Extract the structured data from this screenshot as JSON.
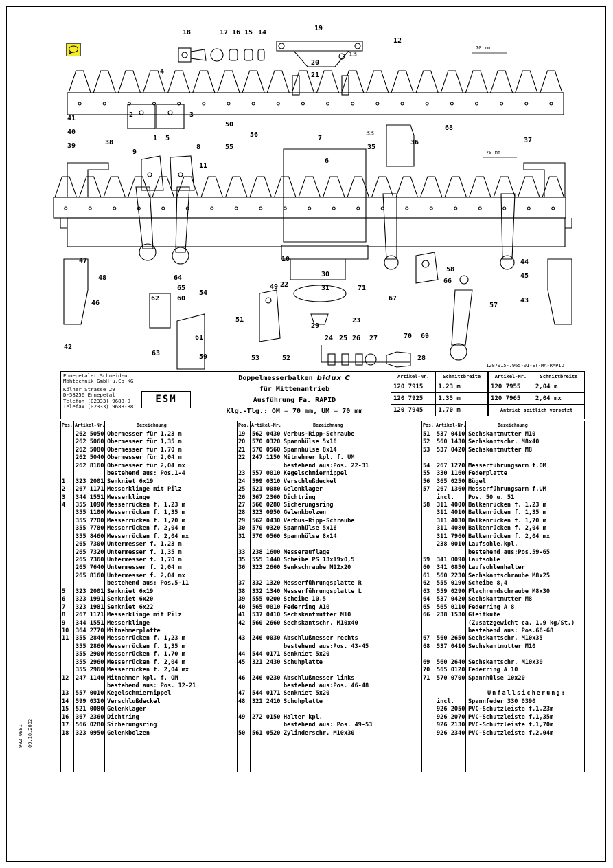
{
  "drawing": {
    "callouts": [
      "1",
      "2",
      "3",
      "4",
      "5",
      "6",
      "7",
      "8",
      "9",
      "10",
      "11",
      "12",
      "13",
      "14",
      "15",
      "16",
      "17",
      "18",
      "19",
      "20",
      "21",
      "22",
      "23",
      "24",
      "25",
      "26",
      "27",
      "28",
      "29",
      "30",
      "31",
      "33",
      "35",
      "36",
      "37",
      "38",
      "39",
      "40",
      "41",
      "42",
      "43",
      "44",
      "45",
      "46",
      "47",
      "48",
      "49",
      "50",
      "51",
      "52",
      "53",
      "54",
      "55",
      "56",
      "57",
      "58",
      "59",
      "60",
      "61",
      "62",
      "63",
      "64",
      "65",
      "66",
      "67",
      "68",
      "69",
      "70",
      "71"
    ],
    "dim_top": "70 mm",
    "dim_mid": "70 mm",
    "code": "1207915-7965-01-ET-MA-RAPID"
  },
  "title_block": {
    "company": [
      "Ennepetaler Schneid-u.",
      "Mähtechnik GmbH u.Co KG",
      "",
      "Kölner Strasse 29",
      "D-58256 Ennepetal",
      "Telefon (02333) 9688-0",
      "Telefax (02333) 9688-88"
    ],
    "logo": "ESM",
    "title_1": "Doppelmesserbalken",
    "brand": "bidux C",
    "title_2": "für Mittenantrieb",
    "title_3": "Ausführung Fa. RAPID",
    "title_4": "Klg.-Tlg.: OM = 70 mm, UM = 70 mm",
    "col_artnr": "Artikel-Nr.",
    "col_width": "Schnittbreite",
    "left_rows": [
      {
        "art": "120 7915",
        "width": "1.23 m"
      },
      {
        "art": "120 7925",
        "width": "1.35 m"
      },
      {
        "art": "120 7945",
        "width": "1.70 m"
      }
    ],
    "right_rows": [
      {
        "art": "120 7955",
        "width": "2,04 m"
      },
      {
        "art": "120 7965",
        "width": "2,04 mx"
      }
    ],
    "note": "Antrieb seitlich versetzt"
  },
  "parts_headers": {
    "pos": "Pos.",
    "art": "Artikel-Nr.",
    "desc": "Bezeichnung"
  },
  "parts_col1": [
    {
      "pos": "",
      "art": "262 5050",
      "desc": "Obermesser für 1,23 m"
    },
    {
      "pos": "",
      "art": "262 5060",
      "desc": "Obermesser für 1,35 m"
    },
    {
      "pos": "",
      "art": "262 5080",
      "desc": "Obermesser für 1,70 m"
    },
    {
      "pos": "",
      "art": "262 5040",
      "desc": "Obermesser für 2,04 m"
    },
    {
      "pos": "",
      "art": "262 8160",
      "desc": "Obermesser für 2,04 mx"
    },
    {
      "pos": "",
      "art": "",
      "desc": "bestehend aus: Pos.1-4"
    },
    {
      "pos": "1",
      "art": "323 2001",
      "desc": "Senkniet 6x19"
    },
    {
      "pos": "2",
      "art": "267 1171",
      "desc": "Messerklinge mit Pilz"
    },
    {
      "pos": "3",
      "art": "344 1551",
      "desc": "Messerklinge"
    },
    {
      "pos": "4",
      "art": "355 1090",
      "desc": "Messerrücken f. 1,23 m"
    },
    {
      "pos": "",
      "art": "355 1100",
      "desc": "Messerrücken f. 1,35 m"
    },
    {
      "pos": "",
      "art": "355 7700",
      "desc": "Messerrücken f. 1,70 m"
    },
    {
      "pos": "",
      "art": "355 7780",
      "desc": "Messerrücken f. 2,04 m"
    },
    {
      "pos": "",
      "art": "355 8460",
      "desc": "Messerrücken f. 2,04 mx"
    },
    {
      "pos": "",
      "art": "265 7300",
      "desc": "Untermesser f. 1,23 m"
    },
    {
      "pos": "",
      "art": "265 7320",
      "desc": "Untermesser f. 1,35 m"
    },
    {
      "pos": "",
      "art": "265 7360",
      "desc": "Untermesser f. 1,70 m"
    },
    {
      "pos": "",
      "art": "265 7640",
      "desc": "Untermesser f. 2,04 m"
    },
    {
      "pos": "",
      "art": "265 8160",
      "desc": "Untermesser f. 2,04 mx"
    },
    {
      "pos": "",
      "art": "",
      "desc": "bestehend aus: Pos.5-11"
    },
    {
      "pos": "5",
      "art": "323 2001",
      "desc": "Senkniet 6x19"
    },
    {
      "pos": "6",
      "art": "323 1991",
      "desc": "Senkniet 6x20"
    },
    {
      "pos": "7",
      "art": "323 1981",
      "desc": "Senkniet 6x22"
    },
    {
      "pos": "8",
      "art": "267 1171",
      "desc": "Messerklinge mit Pilz"
    },
    {
      "pos": "9",
      "art": "344 1551",
      "desc": "Messerklinge"
    },
    {
      "pos": "10",
      "art": "364 2770",
      "desc": "Mitnehmerplatte"
    },
    {
      "pos": "11",
      "art": "355 2840",
      "desc": "Messerrücken f. 1,23 m"
    },
    {
      "pos": "",
      "art": "355 2860",
      "desc": "Messerrücken f. 1,35 m"
    },
    {
      "pos": "",
      "art": "355 2900",
      "desc": "Messerrücken f. 1,70 m"
    },
    {
      "pos": "",
      "art": "355 2960",
      "desc": "Messerrücken f. 2,04 m"
    },
    {
      "pos": "",
      "art": "355 2960",
      "desc": "Messerrücken f. 2,04 mx"
    },
    {
      "pos": "12",
      "art": "247 1140",
      "desc": "Mitnehmer kpl. f. OM"
    },
    {
      "pos": "",
      "art": "",
      "desc": "bestehend aus: Pos. 12-21"
    },
    {
      "pos": "13",
      "art": "557 0010",
      "desc": "Kegelschmiernippel"
    },
    {
      "pos": "14",
      "art": "599 0310",
      "desc": "Verschlußdeckel"
    },
    {
      "pos": "15",
      "art": "521 0080",
      "desc": "Gelenklager"
    },
    {
      "pos": "16",
      "art": "367 2360",
      "desc": "Dichtring"
    },
    {
      "pos": "17",
      "art": "566 0280",
      "desc": "Sicherungsring"
    },
    {
      "pos": "18",
      "art": "323 0950",
      "desc": "Gelenkbolzen"
    }
  ],
  "parts_col2": [
    {
      "pos": "19",
      "art": "562 0430",
      "desc": "Verbus-Ripp-Schraube"
    },
    {
      "pos": "20",
      "art": "570 0320",
      "desc": "Spannhülse 5x16"
    },
    {
      "pos": "21",
      "art": "570 0560",
      "desc": "Spannhülse 8x14"
    },
    {
      "pos": "22",
      "art": "247 1150",
      "desc": "Mitnehmer kpl. f. UM"
    },
    {
      "pos": "",
      "art": "",
      "desc": "bestehend aus:Pos. 22-31"
    },
    {
      "pos": "23",
      "art": "557 0010",
      "desc": "Kegelschmiernippel"
    },
    {
      "pos": "24",
      "art": "599 0310",
      "desc": "Verschlußdeckel"
    },
    {
      "pos": "25",
      "art": "521 0080",
      "desc": "Gelenklager"
    },
    {
      "pos": "26",
      "art": "367 2360",
      "desc": "Dichtring"
    },
    {
      "pos": "27",
      "art": "566 0280",
      "desc": "Sicherungsring"
    },
    {
      "pos": "28",
      "art": "323 0950",
      "desc": "Gelenkbolzen"
    },
    {
      "pos": "29",
      "art": "562 0430",
      "desc": "Verbus-Ripp-Schraube"
    },
    {
      "pos": "30",
      "art": "570 0320",
      "desc": "Spannhülse 5x16"
    },
    {
      "pos": "31",
      "art": "570 0560",
      "desc": "Spannhülse 8x14"
    },
    {
      "pos": "",
      "art": "",
      "desc": ""
    },
    {
      "pos": "33",
      "art": "238 1600",
      "desc": "Messerauflage"
    },
    {
      "pos": "35",
      "art": "555 1440",
      "desc": "Scheibe PS 13x19x0,5"
    },
    {
      "pos": "36",
      "art": "323 2660",
      "desc": "Senkschraube M12x20"
    },
    {
      "pos": "",
      "art": "",
      "desc": ""
    },
    {
      "pos": "37",
      "art": "332 1320",
      "desc": "Messerführungsplatte R"
    },
    {
      "pos": "38",
      "art": "332 1340",
      "desc": "Messerführungsplatte L"
    },
    {
      "pos": "39",
      "art": "555 0200",
      "desc": "Scheibe 10,5"
    },
    {
      "pos": "40",
      "art": "565 0010",
      "desc": "Federring A10"
    },
    {
      "pos": "41",
      "art": "537 0410",
      "desc": "Sechskantmutter M10"
    },
    {
      "pos": "42",
      "art": "560 2660",
      "desc": "Sechskantschr. M10x40"
    },
    {
      "pos": "",
      "art": "",
      "desc": ""
    },
    {
      "pos": "43",
      "art": "246 0030",
      "desc": "Abschlußmesser rechts"
    },
    {
      "pos": "",
      "art": "",
      "desc": "bestehend aus:Pos. 43-45"
    },
    {
      "pos": "44",
      "art": "544 0171",
      "desc": "Senkniet 5x20"
    },
    {
      "pos": "45",
      "art": "321 2430",
      "desc": "Schuhplatte"
    },
    {
      "pos": "",
      "art": "",
      "desc": ""
    },
    {
      "pos": "46",
      "art": "246 0230",
      "desc": "Abschlußmesser links"
    },
    {
      "pos": "",
      "art": "",
      "desc": "bestehend aus:Pos. 46-48"
    },
    {
      "pos": "47",
      "art": "544 0171",
      "desc": "Senkniet 5x20"
    },
    {
      "pos": "48",
      "art": "321 2410",
      "desc": "Schuhplatte"
    },
    {
      "pos": "",
      "art": "",
      "desc": ""
    },
    {
      "pos": "49",
      "art": "272 0150",
      "desc": "Halter kpl."
    },
    {
      "pos": "",
      "art": "",
      "desc": "bestehend aus: Pos. 49-53"
    },
    {
      "pos": "50",
      "art": "561 0520",
      "desc": "Zylinderschr. M10x30"
    }
  ],
  "parts_col3": [
    {
      "pos": "51",
      "art": "537 0410",
      "desc": "Sechskantmutter M10"
    },
    {
      "pos": "52",
      "art": "560 1430",
      "desc": "Sechskantschr. M8x40"
    },
    {
      "pos": "53",
      "art": "537 0420",
      "desc": "Sechskantmutter M8"
    },
    {
      "pos": "",
      "art": "",
      "desc": ""
    },
    {
      "pos": "54",
      "art": "267 1270",
      "desc": "Messerführungsarm f.OM"
    },
    {
      "pos": "55",
      "art": "330 1160",
      "desc": "Federplatte"
    },
    {
      "pos": "56",
      "art": "365 0250",
      "desc": "Bügel"
    },
    {
      "pos": "57",
      "art": "267 1360",
      "desc": "Messerführungsarm f.UM"
    },
    {
      "pos": "",
      "art": "incl.",
      "desc": "Pos. 50 u. 51"
    },
    {
      "pos": "58",
      "art": "311 4000",
      "desc": "Balkenrücken f. 1,23 m"
    },
    {
      "pos": "",
      "art": "311 4010",
      "desc": "Balkenrücken f. 1,35 m"
    },
    {
      "pos": "",
      "art": "311 4030",
      "desc": "Balkenrücken f. 1,70 m"
    },
    {
      "pos": "",
      "art": "311 4080",
      "desc": "Balkenrücken f. 2,04 m"
    },
    {
      "pos": "",
      "art": "311 7960",
      "desc": "Balkenrücken f. 2,04 mx"
    },
    {
      "pos": "",
      "art": "238 0010",
      "desc": "Laufsohle,kpl."
    },
    {
      "pos": "",
      "art": "",
      "desc": "bestehend aus:Pos.59-65"
    },
    {
      "pos": "59",
      "art": "341 0090",
      "desc": "Laufsohle"
    },
    {
      "pos": "60",
      "art": "341 0850",
      "desc": "Laufsohlenhalter"
    },
    {
      "pos": "61",
      "art": "560 2230",
      "desc": "Sechskantschraube M8x25"
    },
    {
      "pos": "62",
      "art": "555 0190",
      "desc": "Scheibe 8,4"
    },
    {
      "pos": "63",
      "art": "559 0290",
      "desc": "Flachrundschraube M8x30"
    },
    {
      "pos": "64",
      "art": "537 0420",
      "desc": "Sechskantmutter M8"
    },
    {
      "pos": "65",
      "art": "565 0110",
      "desc": "Federring A 8"
    },
    {
      "pos": "66",
      "art": "238 1530",
      "desc": "Gleitkufe"
    },
    {
      "pos": "",
      "art": "",
      "desc": "(Zusatzgewicht ca. 1.9 kg/St.)"
    },
    {
      "pos": "",
      "art": "",
      "desc": "bestehend aus: Pos.66-68"
    },
    {
      "pos": "67",
      "art": "560 2650",
      "desc": "Sechskantschr. M10x35"
    },
    {
      "pos": "68",
      "art": "537 0410",
      "desc": "Sechskantmutter M10"
    },
    {
      "pos": "",
      "art": "",
      "desc": ""
    },
    {
      "pos": "69",
      "art": "560 2640",
      "desc": "Sechskantschr. M10x30"
    },
    {
      "pos": "70",
      "art": "565 0120",
      "desc": "Federring A 10"
    },
    {
      "pos": "71",
      "art": "570 0700",
      "desc": "Spannhülse 10x20"
    },
    {
      "pos": "",
      "art": "",
      "desc": ""
    },
    {
      "pos": "",
      "art": "",
      "desc": "Unfallsicherung:"
    },
    {
      "pos": "",
      "art": "incl.",
      "desc": "Spannfeder 330 0390"
    },
    {
      "pos": "",
      "art": "926 2050",
      "desc": "PVC-Schutzleiste f.1,23m"
    },
    {
      "pos": "",
      "art": "926 2070",
      "desc": "PVC-Schutzleiste f.1,35m"
    },
    {
      "pos": "",
      "art": "926 2130",
      "desc": "PVC-Schutzleiste f.1,70m"
    },
    {
      "pos": "",
      "art": "926 2340",
      "desc": "PVC-Schutzleiste f.2,04m"
    }
  ],
  "side_text": [
    "902 0881",
    "09.10.2002"
  ]
}
